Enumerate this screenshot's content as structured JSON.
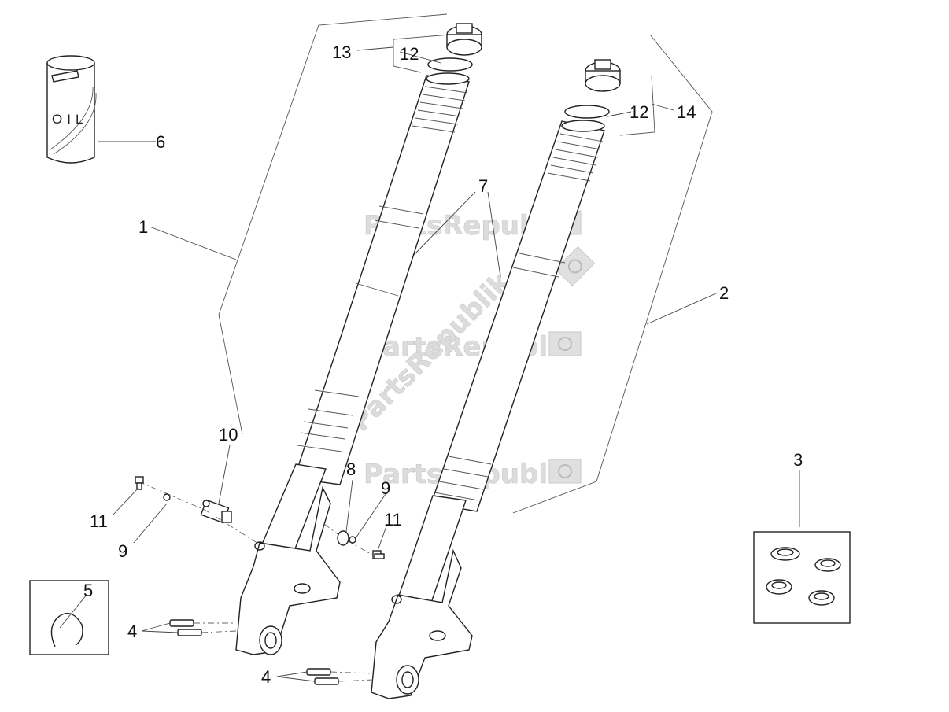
{
  "watermark": {
    "text": "PartsRepublik"
  },
  "oil_can": {
    "label": "OIL",
    "icon": "oil-can-icon"
  },
  "callouts": [
    {
      "id": "c1",
      "text": "1"
    },
    {
      "id": "c2",
      "text": "2"
    },
    {
      "id": "c3",
      "text": "3"
    },
    {
      "id": "c4a",
      "text": "4"
    },
    {
      "id": "c4b",
      "text": "4"
    },
    {
      "id": "c5",
      "text": "5"
    },
    {
      "id": "c6",
      "text": "6"
    },
    {
      "id": "c7",
      "text": "7"
    },
    {
      "id": "c8",
      "text": "8"
    },
    {
      "id": "c9a",
      "text": "9"
    },
    {
      "id": "c9b",
      "text": "9"
    },
    {
      "id": "c10",
      "text": "10"
    },
    {
      "id": "c11a",
      "text": "11"
    },
    {
      "id": "c11b",
      "text": "11"
    },
    {
      "id": "c12a",
      "text": "12"
    },
    {
      "id": "c12b",
      "text": "12"
    },
    {
      "id": "c13",
      "text": "13"
    },
    {
      "id": "c14",
      "text": "14"
    }
  ]
}
